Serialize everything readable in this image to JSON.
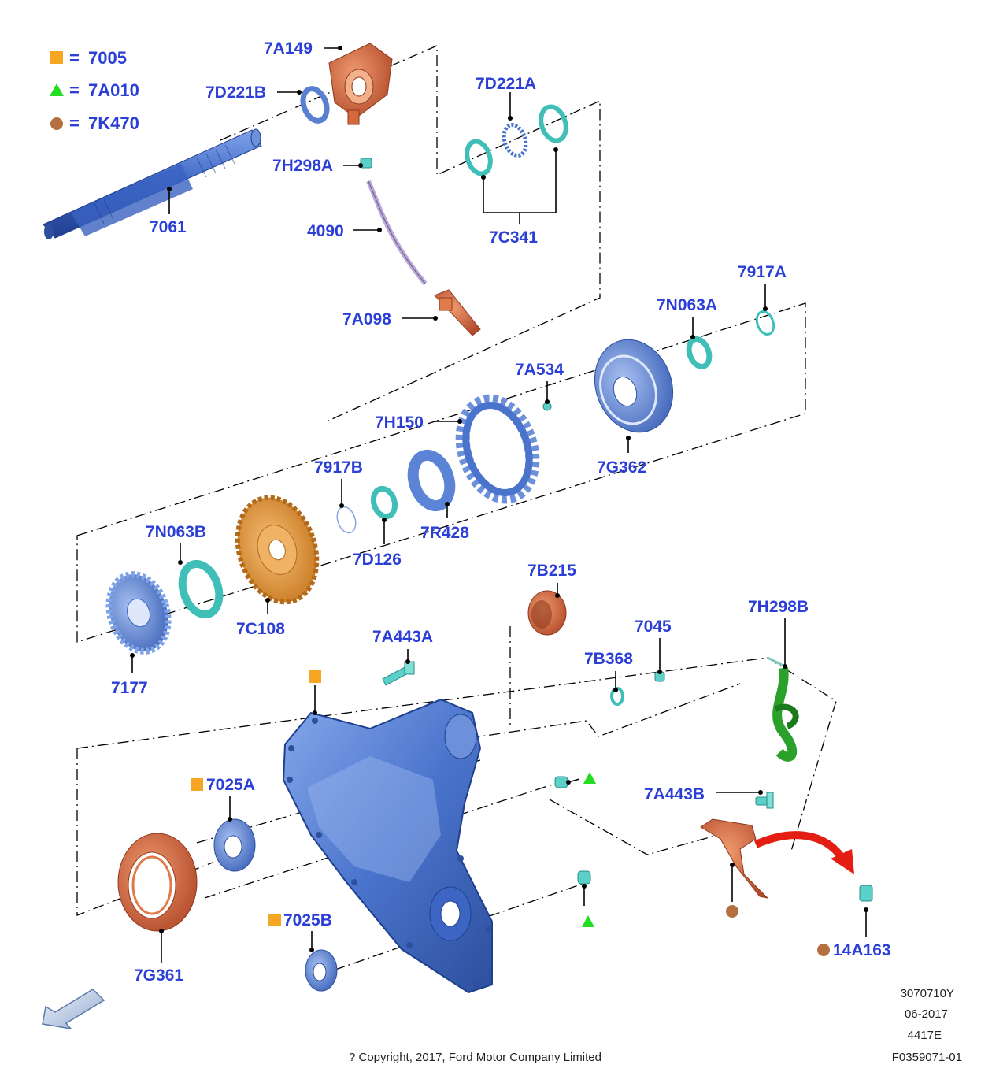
{
  "colors": {
    "label": "#2b3fd6",
    "marker_7005": "#f5a623",
    "marker_7a010": "#22dd22",
    "marker_7k470": "#b5703f",
    "housing": "#5b84d6",
    "gear_orange": "#e09a3a",
    "teal": "#3fbfb8",
    "copper": "#d46a3c",
    "green_part": "#2aa12a",
    "arrow_red": "#e41e12"
  },
  "legend": [
    {
      "icon": "orange-square",
      "equals": "=",
      "code": "7005"
    },
    {
      "icon": "green-triangle",
      "equals": "=",
      "code": "7A010"
    },
    {
      "icon": "brown-circle",
      "equals": "=",
      "code": "7K470"
    }
  ],
  "labels": {
    "p7A149": "7A149",
    "p7D221B": "7D221B",
    "p7D221A": "7D221A",
    "p7H298A": "7H298A",
    "p7061": "7061",
    "p4090": "4090",
    "p7C341": "7C341",
    "p7A098": "7A098",
    "p7917A": "7917A",
    "p7N063A": "7N063A",
    "p7A534": "7A534",
    "p7H150": "7H150",
    "p7G362": "7G362",
    "p7917B": "7917B",
    "p7N063B": "7N063B",
    "p7R428": "7R428",
    "p7D126": "7D126",
    "p7C108": "7C108",
    "p7B215": "7B215",
    "p7177": "7177",
    "p7A443A": "7A443A",
    "p7045": "7045",
    "p7B368": "7B368",
    "p7H298B": "7H298B",
    "p7025A": "7025A",
    "p7A443B": "7A443B",
    "p7025B": "7025B",
    "p7G361": "7G361",
    "p14A163": "14A163"
  },
  "meta": {
    "line1": "3070710Y",
    "line2": "06-2017",
    "line3": "4417E",
    "line4": "F0359071-01",
    "copyright": "? Copyright, 2017, Ford Motor Company Limited"
  }
}
